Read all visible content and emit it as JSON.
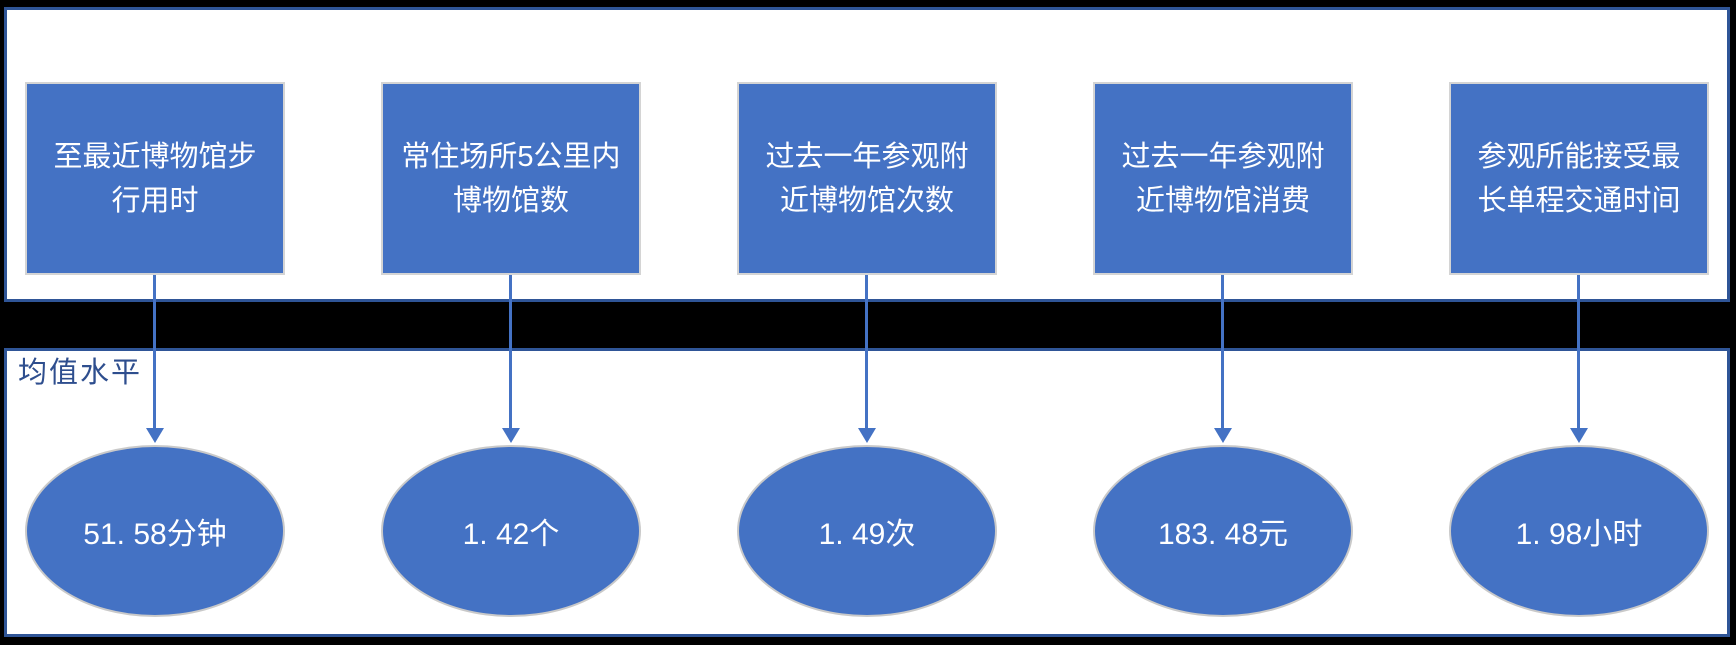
{
  "diagram": {
    "panel_label": "均值水平",
    "columns": [
      {
        "factor": "至最近博物馆步\n行用时",
        "mean": "51. 58分钟"
      },
      {
        "factor": "常住场所5公里内\n博物馆数",
        "mean": "1. 42个"
      },
      {
        "factor": "过去一年参观附\n近博物馆次数",
        "mean": "1. 49次"
      },
      {
        "factor": "过去一年参观附\n近博物馆消费",
        "mean": "183. 48元"
      },
      {
        "factor": "参观所能接受最\n长单程交通时间",
        "mean": "1. 98小时"
      }
    ],
    "colors": {
      "background": "#000000",
      "panel_background": "#FFFFFF",
      "panel_border": "#2F5597",
      "shape_fill": "#4472C4",
      "shape_border": "#CCCCCC",
      "shape_text": "#FFFFFF",
      "arrow": "#4472C4",
      "panel_label_text": "#2E4E8E"
    }
  }
}
